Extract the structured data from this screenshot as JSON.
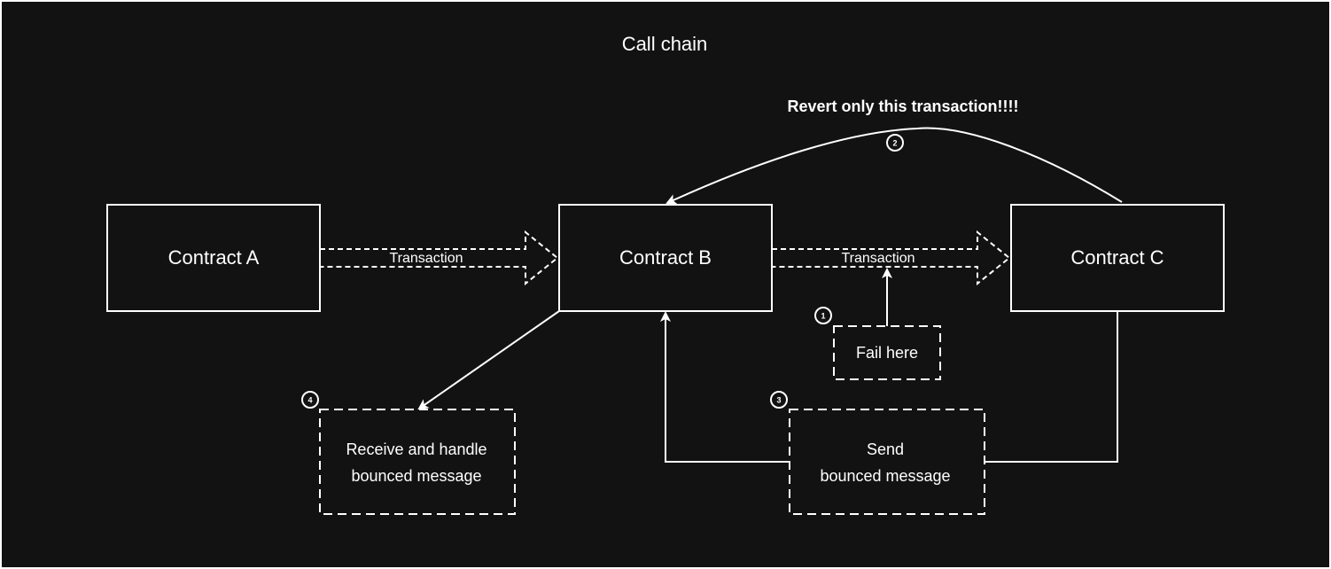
{
  "title": "Call chain",
  "contracts": {
    "a": "Contract A",
    "b": "Contract B",
    "c": "Contract C"
  },
  "transactions": {
    "a_to_b": "Transaction",
    "b_to_c": "Transaction"
  },
  "revert_label": "Revert only this transaction!!!!",
  "notes": {
    "fail": "Fail here",
    "send_line1": "Send",
    "send_line2": "bounced message",
    "receive_line1": "Receive and handle",
    "receive_line2": "bounced message"
  },
  "steps": {
    "fail": "1",
    "revert": "2",
    "send": "3",
    "receive": "4"
  },
  "colors": {
    "background": "#121212",
    "stroke": "#ffffff",
    "text": "#ffffff"
  }
}
